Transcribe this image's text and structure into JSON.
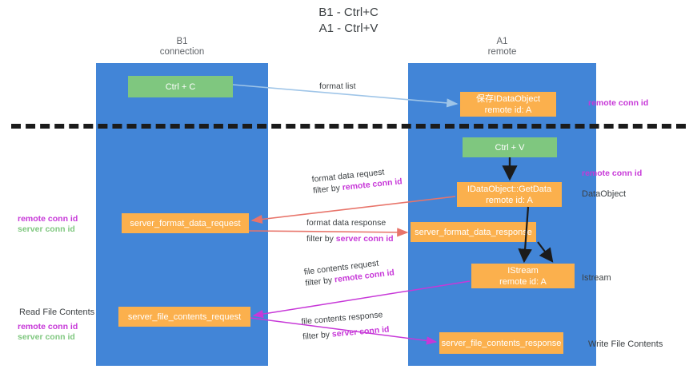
{
  "title": {
    "line1": "B1 - Ctrl+C",
    "line2": "A1 - Ctrl+V"
  },
  "columns": [
    {
      "id": "b1",
      "name": "B1",
      "sub": "connection"
    },
    {
      "id": "a1",
      "name": "A1",
      "sub": "remote"
    }
  ],
  "nodes": {
    "ctrl_c": {
      "label": "Ctrl + C",
      "detail": "",
      "color": "#7fc77f"
    },
    "save_idataobject": {
      "label": "保存IDataObject",
      "detail": "remote id: A",
      "color": "#fbb04d"
    },
    "ctrl_v": {
      "label": "Ctrl + V",
      "detail": "",
      "color": "#7fc77f"
    },
    "getdata": {
      "label": "IDataObject::GetData",
      "detail": "remote id: A",
      "color": "#fbb04d"
    },
    "server_format_data_request": {
      "label": "server_format_data_request",
      "detail": "",
      "color": "#fbb04d"
    },
    "server_format_data_response": {
      "label": "server_format_data_response",
      "detail": "",
      "color": "#fbb04d"
    },
    "istream": {
      "label": "IStream",
      "detail": "remote id: A",
      "color": "#fbb04d"
    },
    "server_file_contents_request": {
      "label": "server_file_contents_request",
      "detail": "",
      "color": "#fbb04d"
    },
    "server_file_contents_response": {
      "label": "server_file_contents_response",
      "detail": "",
      "color": "#fbb04d"
    }
  },
  "edges": {
    "format_list": {
      "text": "format list"
    },
    "format_data_request": {
      "text": "format data request",
      "filter_prefix": "filter by ",
      "filter_key": "remote conn id"
    },
    "format_data_response": {
      "text": "format data response",
      "filter_prefix": "filter by ",
      "filter_key": "server conn id"
    },
    "file_contents_request": {
      "text": "file contents request",
      "filter_prefix": "filter by ",
      "filter_key": "remote conn id"
    },
    "file_contents_response": {
      "text": "file contents response",
      "filter_prefix": "filter by ",
      "filter_key": "server conn id"
    }
  },
  "right_labels": {
    "remote_conn_id_top": "remote conn id",
    "remote_conn_id_mid": "remote conn id",
    "dataobject": "DataObject",
    "istream": "Istream",
    "write_file_contents": "Write File Contents"
  },
  "left_labels": {
    "remote_conn_id_mid": "remote conn id",
    "server_conn_id_mid": "server conn id",
    "read_file_contents": "Read File Contents",
    "remote_conn_id_bottom": "remote conn id",
    "server_conn_id_bottom": "server conn id"
  },
  "colors": {
    "lane": "#4285d7",
    "green_node": "#7fc77f",
    "orange_node": "#fbb04d",
    "remote_conn": "#c738d8",
    "server_conn": "#7fc77f",
    "arrow_blue": "#9fc5e8",
    "arrow_red": "#e8746a",
    "arrow_magenta": "#c738d8",
    "arrow_black": "#1b1b1b",
    "divider": "#1b1b1b"
  }
}
